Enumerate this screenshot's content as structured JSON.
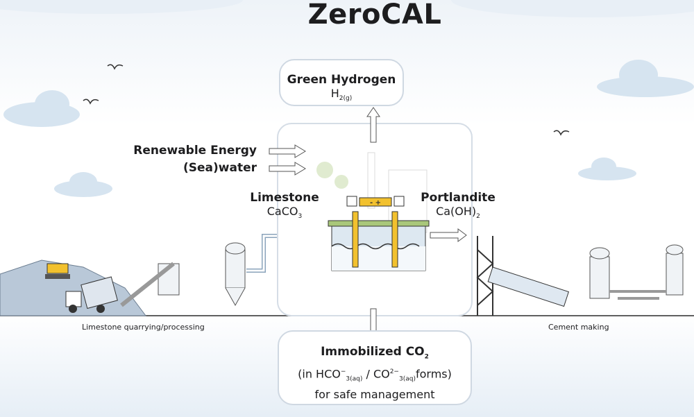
{
  "title": "ZeroCAL",
  "top_box": {
    "heading": "Green Hydrogen",
    "formula": "H",
    "sub": "2",
    "phase": "(g)"
  },
  "inputs": {
    "energy": "Renewable Energy",
    "water": "(Sea)water"
  },
  "limestone": {
    "name": "Limestone",
    "formula": "CaCO",
    "sub": "3"
  },
  "portlandite": {
    "name": "Portlandite",
    "formula": "Ca(OH)",
    "sub": "2"
  },
  "electrolyzer": {
    "polarity": "- +"
  },
  "bottom_box": {
    "heading": "Immobilized CO",
    "heading_sub": "2",
    "line2_a": "(in HCO",
    "line2_sup1": "−",
    "line2_sub1": "3(aq)",
    "line2_b": " / CO",
    "line2_sup2": "2−",
    "line2_sub2": "3(aq)",
    "line2_c": "forms)",
    "line3": "for safe management"
  },
  "captions": {
    "left": "Limestone quarrying/processing",
    "right": "Cement making"
  },
  "colors": {
    "cloud": "#d6e4f0",
    "accent_yellow": "#f2c12e",
    "accent_green": "#a9c77a",
    "water": "#b7cde0",
    "outline": "#2b2b2b"
  }
}
